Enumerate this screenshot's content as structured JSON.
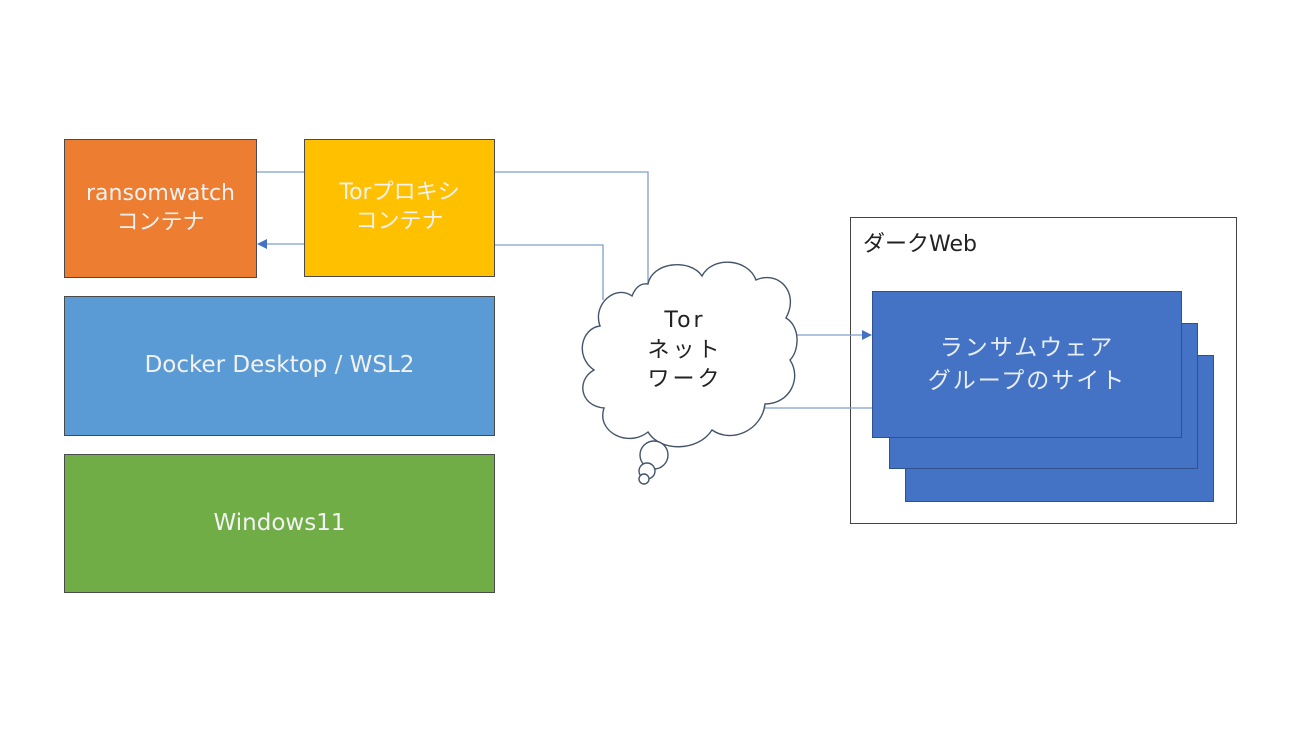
{
  "diagram": {
    "nodes": {
      "ransomwatch": {
        "lines": [
          "ransomwatch",
          "コンテナ"
        ],
        "color": "#ed7d31"
      },
      "tor_proxy": {
        "lines": [
          "Torプロキシ",
          "コンテナ"
        ],
        "color": "#ffc000"
      },
      "docker": {
        "label": "Docker Desktop / WSL2",
        "color": "#5b9bd5"
      },
      "windows": {
        "label": "Windows11",
        "color": "#70ad47"
      },
      "tor_network": {
        "lines": [
          "Tor",
          "ネット",
          "ワーク"
        ]
      },
      "dark_web": {
        "label": "ダークWeb"
      },
      "ransomware_sites": {
        "lines": [
          "ランサムウェア",
          "グループのサイト"
        ],
        "color": "#4472c4",
        "stack_count": 3
      }
    },
    "edges": [
      {
        "from": "ransomwatch",
        "to": "tor_proxy",
        "arrow": "none"
      },
      {
        "from": "tor_proxy",
        "to": "ransomwatch",
        "arrow": "end"
      },
      {
        "from": "tor_proxy",
        "to": "tor_network",
        "arrow": "none"
      },
      {
        "from": "tor_network",
        "to": "tor_proxy",
        "arrow": "none"
      },
      {
        "from": "tor_network",
        "to": "ransomware_sites",
        "arrow": "end"
      },
      {
        "from": "ransomware_sites",
        "to": "tor_network",
        "arrow": "none"
      }
    ],
    "line_color": "#7f9dc9",
    "arrow_color": "#4472c4"
  }
}
